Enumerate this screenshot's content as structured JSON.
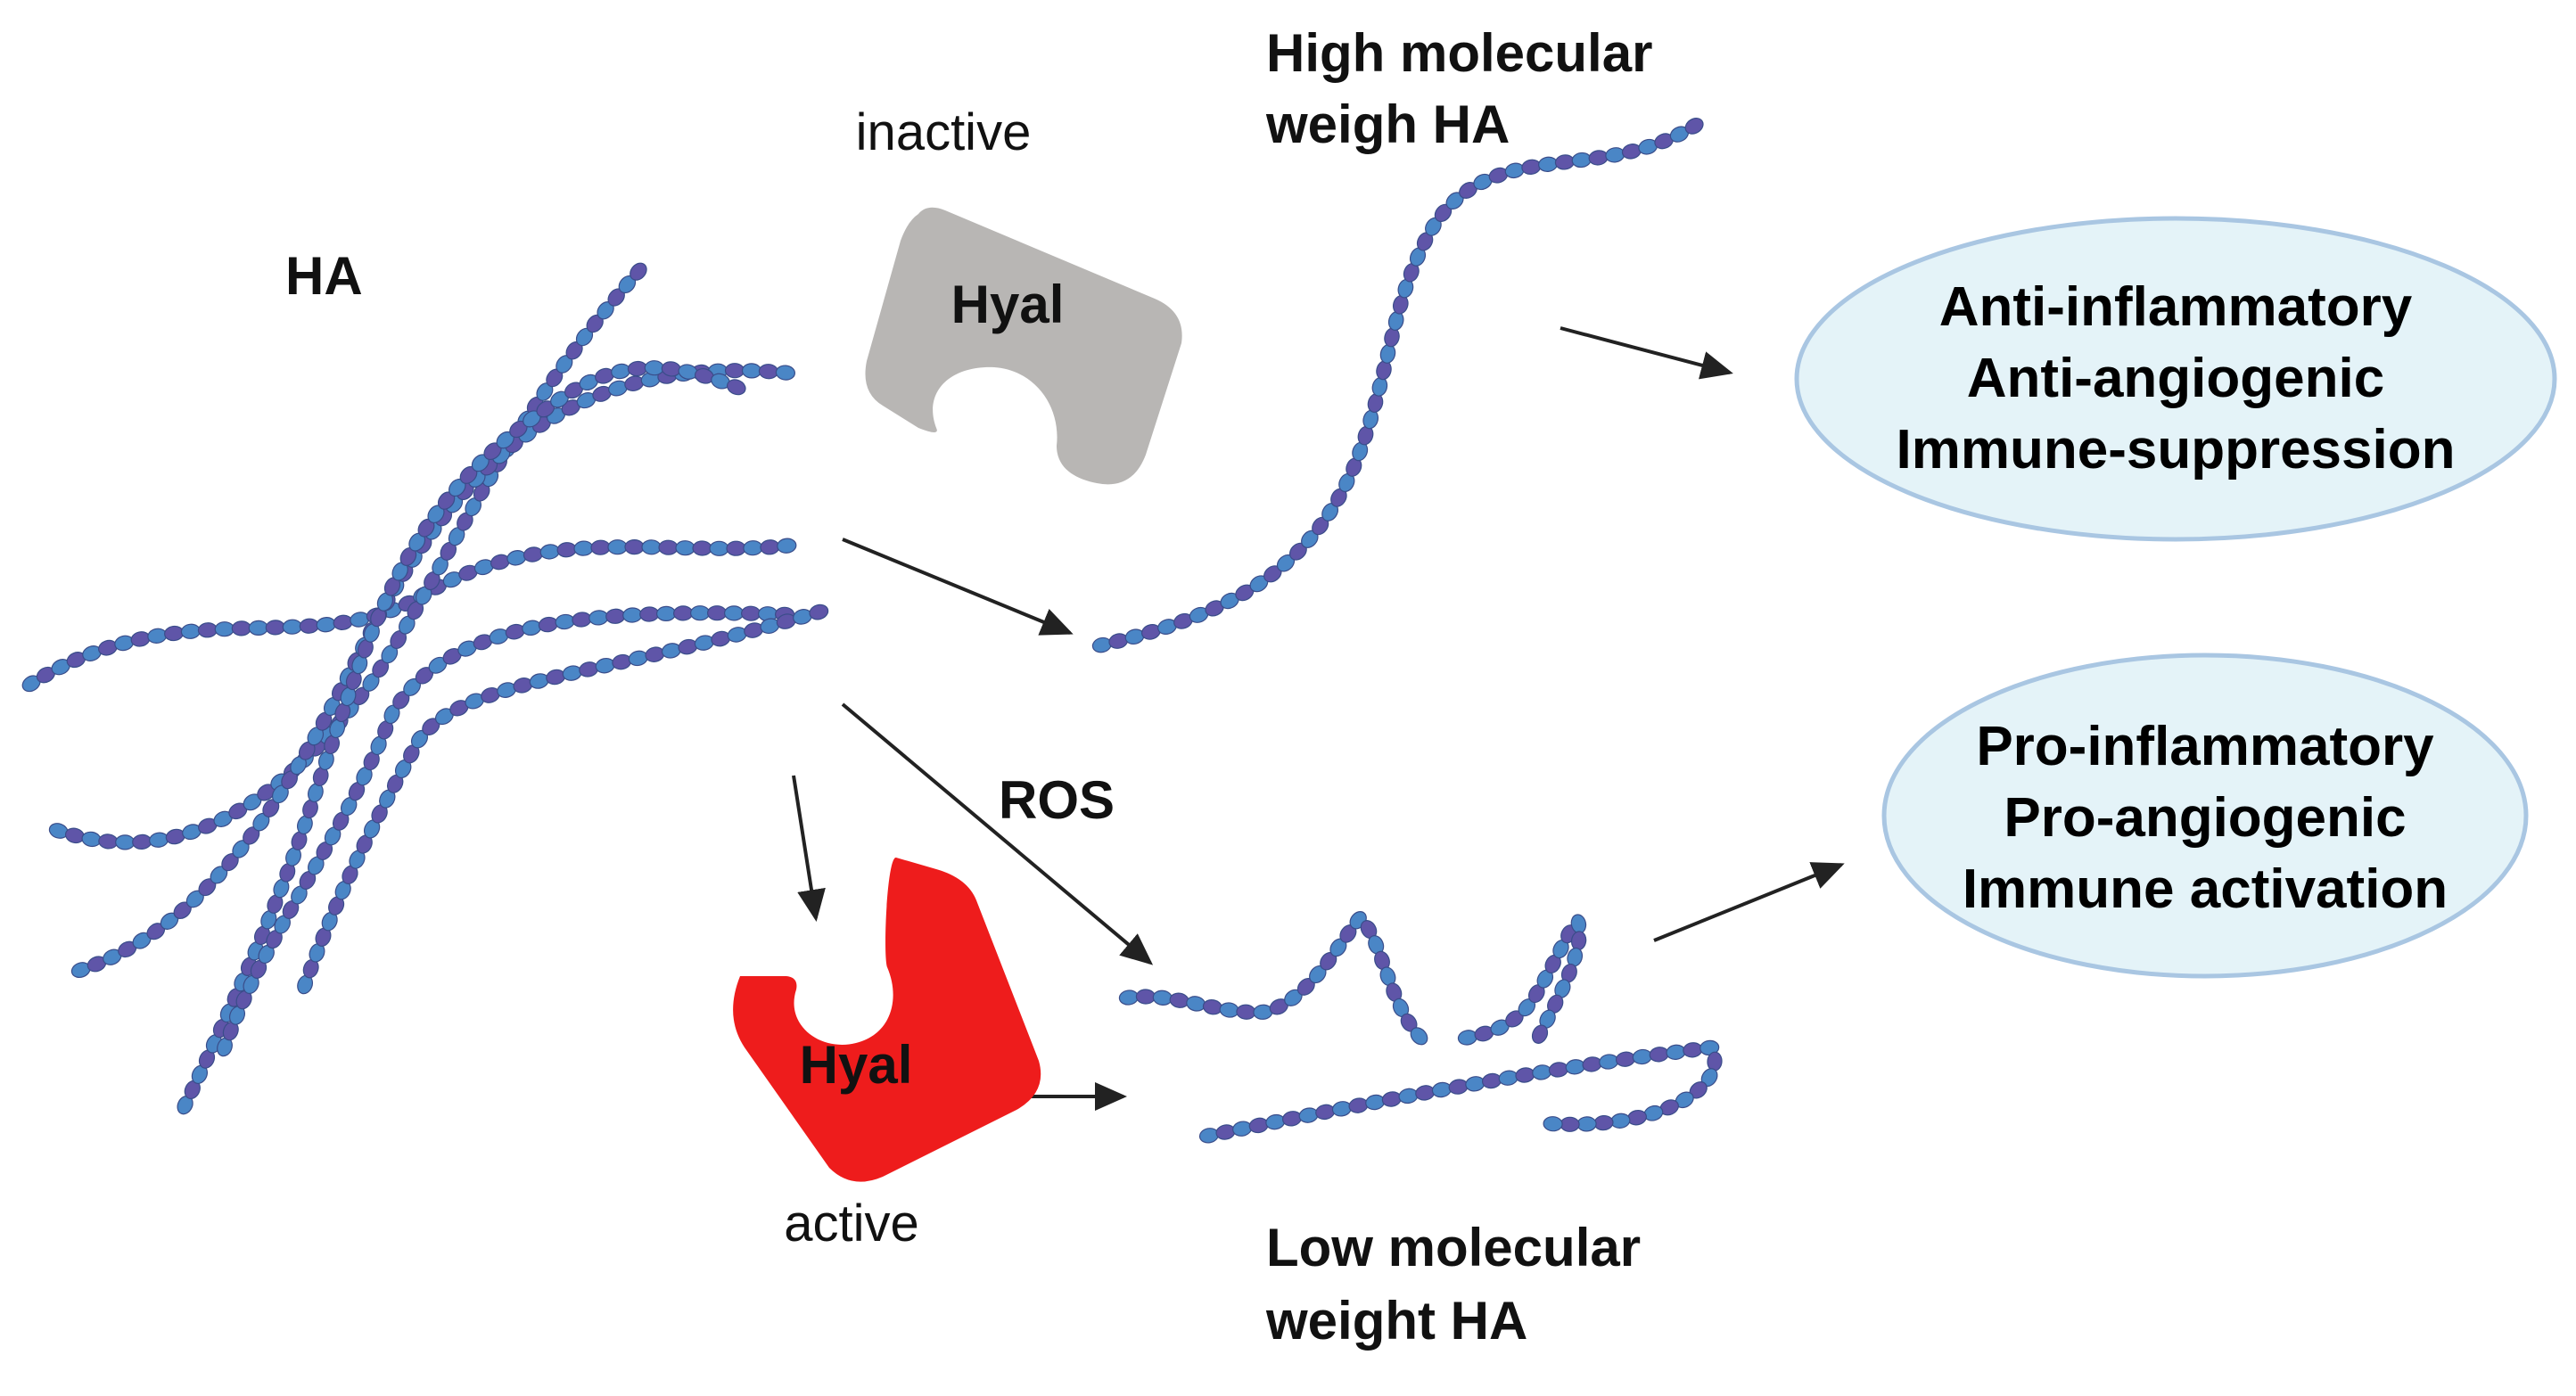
{
  "labels": {
    "ha": "HA",
    "inactive": "inactive",
    "active": "active",
    "ros": "ROS",
    "hyal_inactive": "Hyal",
    "hyal_active": "Hyal",
    "high_mw": [
      "High molecular",
      "weigh HA"
    ],
    "low_mw": [
      "Low molecular",
      "weight HA"
    ]
  },
  "outcomes": {
    "high": [
      "Anti-inflammatory",
      "Anti-angiogenic",
      "Immune-suppression"
    ],
    "low": [
      "Pro-inflammatory",
      "Pro-angiogenic",
      "Immune activation"
    ]
  },
  "colors": {
    "bead_light": "#4a86c6",
    "bead_dark": "#5f55a8",
    "hyal_inactive": "#b8b6b4",
    "hyal_active": "#ee1c1c",
    "ellipse_fill": "#e4f3f8",
    "ellipse_stroke": "#a9c6e2",
    "arrow": "#222222"
  }
}
